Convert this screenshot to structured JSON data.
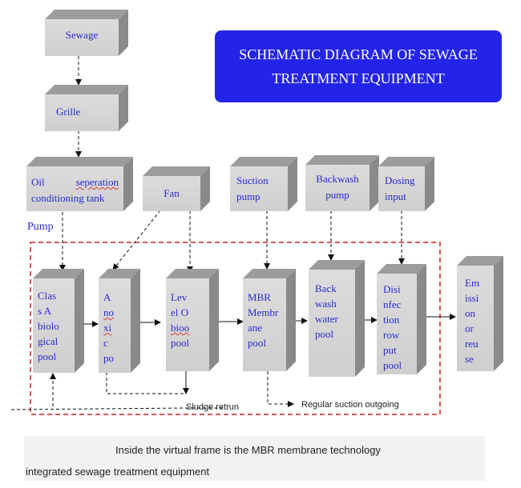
{
  "title": {
    "line1": "SCHEMATIC DIAGRAM OF SEWAGE",
    "line2": "TREATMENT EQUIPMENT"
  },
  "nodes": {
    "sewage": "Sewage",
    "grille": "Grille",
    "oil_tank": {
      "line1_a": "Oil",
      "line1_b": "seperation",
      "line2": "conditioning tank"
    },
    "fan": "Fan",
    "suction_pump": {
      "line1": "Suction",
      "line2": "pump"
    },
    "backwash_pump": {
      "line1": "Backwash",
      "line2": "pump"
    },
    "dosing_input": {
      "line1": "Dosing",
      "line2": "input"
    },
    "class_a_pool": [
      "Clas",
      "s A",
      "biolo",
      "gical",
      "pool"
    ],
    "anoxic_pool": [
      "A",
      "no",
      "xi",
      "c",
      "po"
    ],
    "level_o_pool": [
      "Lev",
      "el O",
      "bioo",
      "pool"
    ],
    "mbr_pool": [
      "MBR",
      "Membr",
      "ane",
      "pool"
    ],
    "backwash_water_pool": [
      "Back",
      "wash",
      "water",
      "pool"
    ],
    "disinfection_pool": [
      "Disi",
      "nfec",
      "tion",
      "row",
      "put",
      "pool"
    ],
    "emission_reuse": [
      "Em",
      "issi",
      "on",
      "or",
      "reu",
      "se"
    ]
  },
  "labels": {
    "pump": "Pump",
    "sludge_return": "Sludge retrun",
    "regular_suction": "Regular suction outgoing"
  },
  "caption": {
    "line1": "Inside the virtual frame is the MBR membrane technology",
    "line2": "integrated sewage treatment equipment"
  },
  "colors": {
    "title_bg": "#2424e8",
    "node_text": "#2a2ad0",
    "frame": "#d02020"
  }
}
